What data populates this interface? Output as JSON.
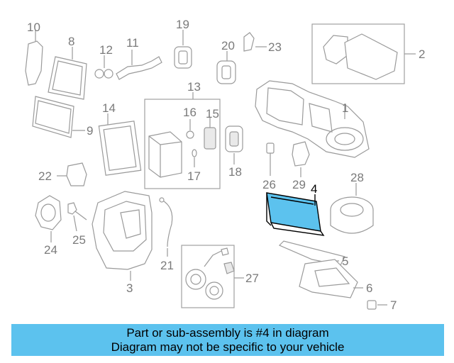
{
  "labels": {
    "l1": "1",
    "l2": "2",
    "l3": "3",
    "l4": "4",
    "l5": "5",
    "l6": "6",
    "l7": "7",
    "l8": "8",
    "l9": "9",
    "l10": "10",
    "l11": "11",
    "l12": "12",
    "l13": "13",
    "l14": "14",
    "l15": "15",
    "l16": "16",
    "l17": "17",
    "l18": "18",
    "l19": "19",
    "l20": "20",
    "l21": "21",
    "l22": "22",
    "l23": "23",
    "l24": "24",
    "l25": "25",
    "l26": "26",
    "l27": "27",
    "l28": "28",
    "l29": "29"
  },
  "highlighted_part": "4",
  "colors": {
    "banner": "#5cc2ee",
    "highlight_fill": "#5cc2ee",
    "parts": "#9a9a9a"
  },
  "banner": {
    "line1": "Part or sub-assembly is #4 in diagram",
    "line2": "Diagram may not be specific to your vehicle"
  }
}
